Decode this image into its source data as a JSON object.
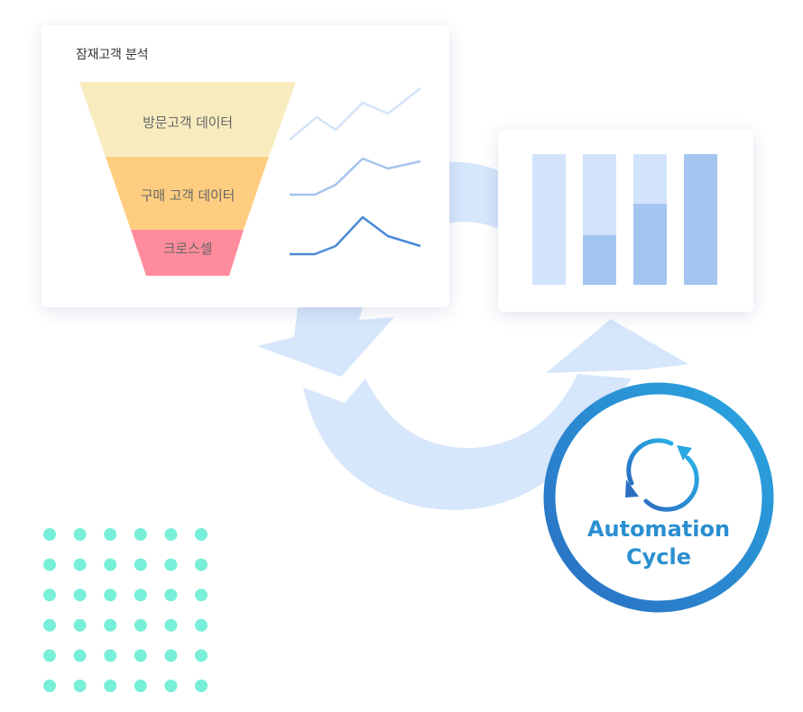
{
  "funnel_card": {
    "title": "잠재고객 분석",
    "stages": [
      {
        "label": "방문고객 데이터",
        "color": "#f8ecbf"
      },
      {
        "label": "구매 고객 데이터",
        "color": "#ffcd80"
      },
      {
        "label": "크로스셀",
        "color": "#ff8c9c"
      }
    ],
    "trend_colors": [
      "#d3e4f8",
      "#a5c4ee",
      "#4a8ad6"
    ]
  },
  "bar_card": {
    "bars": [
      {
        "fill_fraction": 0.0
      },
      {
        "fill_fraction": 0.38
      },
      {
        "fill_fraction": 0.62
      },
      {
        "fill_fraction": 1.0
      }
    ],
    "track_color": "#d2e4fb",
    "fill_color": "#a3c5f0"
  },
  "badge": {
    "line1": "Automation",
    "line2": "Cycle",
    "icon": "refresh-cycle-icon",
    "ring_gradient": [
      "#2a6fc2",
      "#2aa6e0"
    ]
  },
  "colors": {
    "cycle_arrows": "#d6e6fb",
    "dots": "#78efd8"
  }
}
